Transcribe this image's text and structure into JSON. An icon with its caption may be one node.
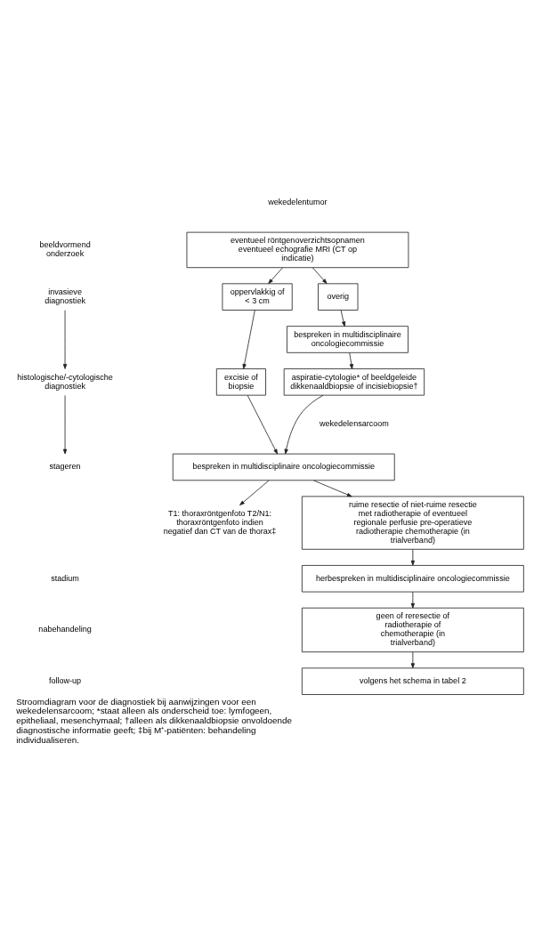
{
  "diagram": {
    "caption": "Stroomdiagram voor de diagnostiek bij aanwijzingen voor een wekedelensarcoom; *staat alleen als onderscheid toe: lymfogeen, epitheliaal, mesenchymaal; †alleen als dikkenaaldbiopsie onvoldoende diagnostische informatie geeft; ‡bij M⁺-patiënten: behandeling individualiseren.",
    "nodes": [
      {
        "text": [
          "eventueel röntgenoverzichtsopnamen eventueel echografie MRI (CT op indicatie)"
        ]
      },
      {
        "text": [
          "oppervlakkig of < 3 cm"
        ]
      },
      {
        "text": [
          "overig"
        ]
      },
      {
        "text": [
          "bespreken in multidisciplinaire oncologiecommissie"
        ]
      },
      {
        "text": [
          "excisie of biopsie"
        ]
      },
      {
        "text": [
          "aspiratie-cytologie* of beeldgeleide dikkenaaldbiopsie of incisiebiopsie†"
        ]
      },
      {
        "text": [
          "bespreken in multidisciplinaire oncologiecommissie"
        ]
      },
      {
        "text": [
          "T1: thoraxröntgenfoto T2/N1: thoraxröntgenfoto indien negatief dan CT van de thorax‡"
        ]
      },
      {
        "text": [
          "ruime resectie of niet-ruime resectie met radiotherapie of eventueel regionale perfusie pre-operatieve radiotherapie chemotherapie (in trialverband)"
        ]
      },
      {
        "text": [
          "herbespreken in multidisciplinaire oncologiecommissie"
        ]
      },
      {
        "text": [
          "geen of reresectie of radiotherapie of chemotherapie (in trialverband)"
        ]
      },
      {
        "text": [
          "volgens het schema in tabel 2"
        ]
      },
      {
        "text": [
          "beeldvormend onderzoek"
        ]
      },
      {
        "text": [
          "invasieve diagnostiek"
        ]
      },
      {
        "text": [
          "histologische/-cytologische diagnostiek"
        ]
      },
      {
        "text": [
          "stageren"
        ]
      },
      {
        "text": [
          "stadium"
        ]
      },
      {
        "text": [
          "nabehandeling"
        ]
      },
      {
        "text": [
          "follow-up"
        ]
      }
    ],
    "edges": [
      {
        "from": 0,
        "to": 1,
        "arrow": "to"
      },
      {
        "from": 0,
        "to": 2,
        "arrow": "to"
      },
      {
        "from": 2,
        "to": 3,
        "arrow": "to"
      },
      {
        "from": 3,
        "to": 5,
        "arrow": "to"
      },
      {
        "from": 1,
        "to": 4,
        "arrow": "to"
      },
      {
        "from": 4,
        "to": 6,
        "arrow": "to"
      },
      {
        "from": 5,
        "to": 6,
        "arrow": "to"
      },
      {
        "from": 6,
        "to": 7,
        "arrow": "to"
      },
      {
        "from": 6,
        "to": 8,
        "arrow": "to"
      },
      {
        "from": 8,
        "to": 9,
        "arrow": "to"
      },
      {
        "from": 9,
        "to": 10,
        "arrow": "to"
      },
      {
        "from": 10,
        "to": 11,
        "arrow": "to"
      },
      {
        "from": 13,
        "to": 14,
        "arrow": "to"
      },
      {
        "from": 14,
        "to": 15,
        "arrow": "to"
      }
    ],
    "labels": [
      "wekedelentumor",
      "wekedelensarcoom"
    ]
  }
}
